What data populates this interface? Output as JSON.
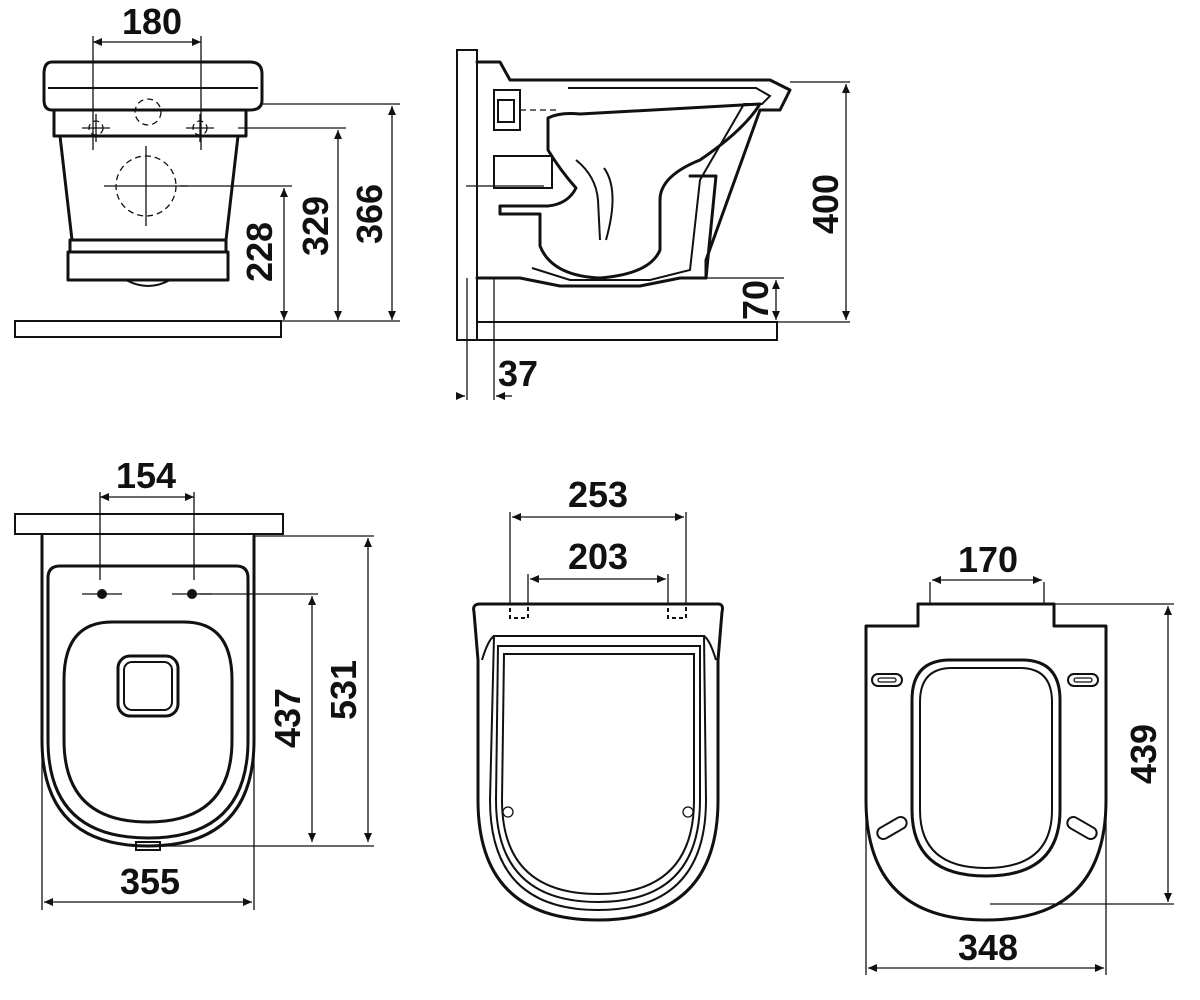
{
  "dimensions": {
    "front_top_width": "180",
    "front_height_228": "228",
    "front_height_329": "329",
    "front_height_366": "366",
    "side_height_400": "400",
    "side_floor_gap": "70",
    "side_wall_gap": "37",
    "top_bolt_spacing": "154",
    "top_projection": "437",
    "top_length": "531",
    "top_width": "355",
    "seat_outer_width": "253",
    "seat_inner_width": "203",
    "cover_hinge_width": "170",
    "cover_length": "439",
    "cover_width": "348"
  }
}
